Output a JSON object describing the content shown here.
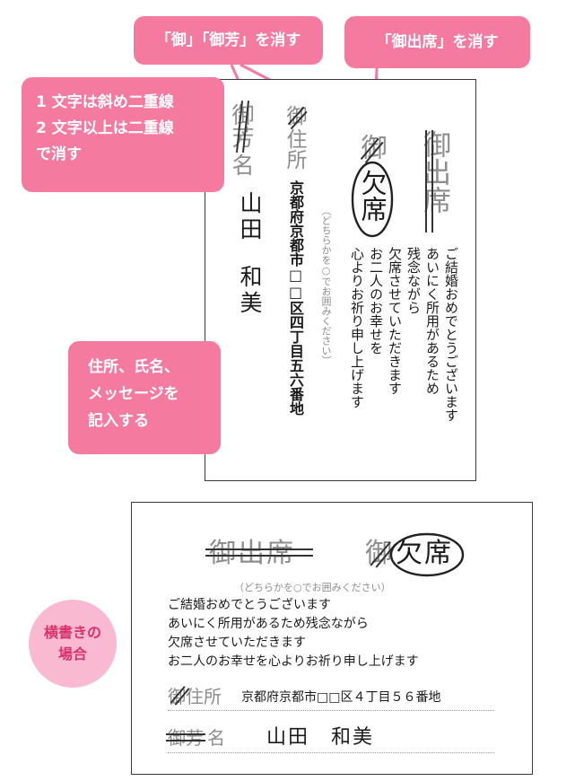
{
  "callouts": {
    "go_strike": "「御」「御芳」を消す",
    "goshusseki_strike": "「御出席」を消す",
    "double_line_1": "1 文字は斜め二重線",
    "double_line_2": "2 文字以上は二重線",
    "double_line_3": "で消す",
    "write_1": "住所、氏名、",
    "write_2": "メッセージを",
    "write_3": "記入する",
    "horizontal_case_1": "横書きの",
    "horizontal_case_2": "場合"
  },
  "vertical_card": {
    "goho_prefix": "御芳",
    "mei": "名",
    "go_prefix": "御",
    "jusho": "住所",
    "address": "京都府京都市□□区四丁目五六番地",
    "name_family": "山田",
    "name_given": "和美",
    "choice_note": "（どちらかを○でお囲みください）",
    "kesseki_prefix": "御",
    "kesseki": "欠席",
    "goshusseki": "御出席",
    "message_lines": [
      "ご結婚おめでとうございます",
      "あいにく所用があるため",
      "残念ながら",
      "欠席させていただきます",
      "お二人のお幸せを",
      "心よりお祈り申し上げます"
    ]
  },
  "horizontal_card": {
    "goshusseki": "御出席",
    "kesseki_prefix": "御",
    "kesseki": "欠席",
    "choice_note": "（どちらかを○でお囲みください）",
    "message_lines": [
      "ご結婚おめでとうございます",
      "あいにく所用があるため残念ながら",
      "欠席させていただきます",
      "お二人のお幸せを心よりお祈り申し上げます"
    ],
    "go_prefix": "御",
    "jusho": "住所",
    "address": "京都府京都市□□区４丁目５６番地",
    "goho_prefix": "御芳",
    "mei": "名",
    "name": "山田　和美"
  },
  "colors": {
    "accent": "#f47aa0",
    "ink": "#1a1a1a",
    "gray": "#8d8d8d"
  }
}
